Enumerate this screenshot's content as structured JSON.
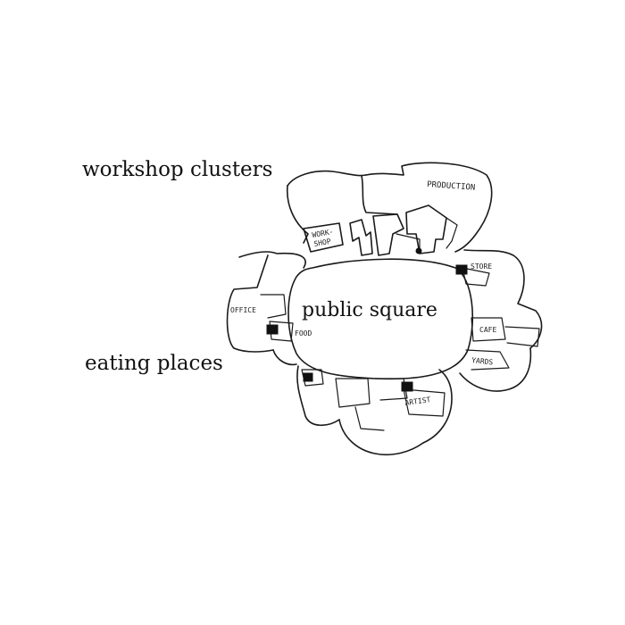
{
  "labels": {
    "workshop_clusters": "workshop clusters",
    "eating_places": "eating places",
    "public_square": "public square"
  },
  "sketch_notes": {
    "production": "PRODUCTION",
    "workshop": "WORK-",
    "workshop_2": "SHOP",
    "store": "STORE",
    "office": "OFFICE",
    "food": "FOOD",
    "cafe": "CAFE",
    "yards": "YARDS",
    "artist": "ARTIST"
  }
}
